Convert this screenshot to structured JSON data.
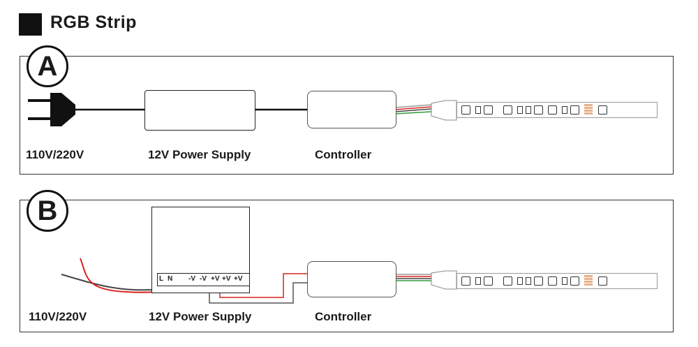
{
  "title": "RGB Strip",
  "panels": [
    {
      "badge": "A",
      "labels": {
        "mains": "110V/220V",
        "psu": "12V Power Supply",
        "controller": "Controller"
      }
    },
    {
      "badge": "B",
      "labels": {
        "mains": "110V/220V",
        "psu": "12V Power Supply",
        "controller": "Controller"
      },
      "terminals": [
        "L",
        "N",
        "",
        "-V",
        "-V",
        "+V",
        "+V",
        "+V"
      ]
    }
  ],
  "colors": {
    "wire_red": "#d9231f",
    "wire_green": "#2e9a3a",
    "wire_white": "#e6e6e6",
    "wire_dark": "#222222",
    "led_pink": "#e7b08a"
  }
}
